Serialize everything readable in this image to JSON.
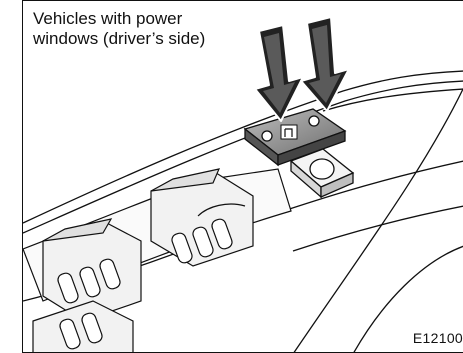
{
  "figure": {
    "caption_line_1": "Vehicles with power",
    "caption_line_2": "windows (driver’s side)",
    "figure_code": "E12100",
    "icons": [
      "down-arrow-icon",
      "down-arrow-icon",
      "window-lock-icon"
    ]
  }
}
